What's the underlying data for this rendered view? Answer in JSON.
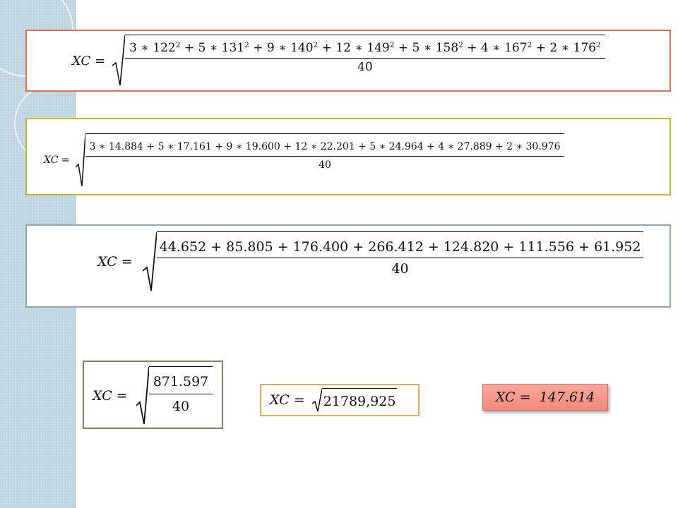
{
  "colors": {
    "box1_border": "#d9705a",
    "box2_border": "#cdb52e",
    "box3_border": "#8ea8b4",
    "box4_border": "#8c7b6b",
    "box5_border": "#e2a860",
    "result_fill": "#f49b8c"
  },
  "lhs": "XC =",
  "eq1": {
    "terms": [
      {
        "coef": "3",
        "base": "122",
        "exp": "2",
        "op": "+"
      },
      {
        "coef": "5",
        "base": "131",
        "exp": "2",
        "op": "+"
      },
      {
        "coef": "9",
        "base": "140",
        "exp": "2",
        "op": "+"
      },
      {
        "coef": "12",
        "base": "149",
        "exp": "2",
        "op": "+"
      },
      {
        "coef": "5",
        "base": "158",
        "exp": "2",
        "op": "+"
      },
      {
        "coef": "4",
        "base": "167",
        "exp": "2",
        "op": "+"
      },
      {
        "coef": "2",
        "base": "176",
        "exp": "2",
        "op": ""
      }
    ],
    "den": "40"
  },
  "eq2": {
    "num": "3 ∗ 14.884 + 5 ∗ 17.161 + 9 ∗ 19.600 + 12 ∗ 22.201 + 5 ∗ 24.964 + 4 ∗ 27.889 + 2 ∗ 30.976",
    "den": "40"
  },
  "eq3": {
    "num": "44.652 + 85.805 + 176.400 + 266.412 + 124.820 + 111.556 + 61.952",
    "den": "40"
  },
  "eq4": {
    "num": "871.597",
    "den": "40"
  },
  "eq5": {
    "radicand": "21789,925"
  },
  "result": {
    "text": "XC =  147.614"
  }
}
